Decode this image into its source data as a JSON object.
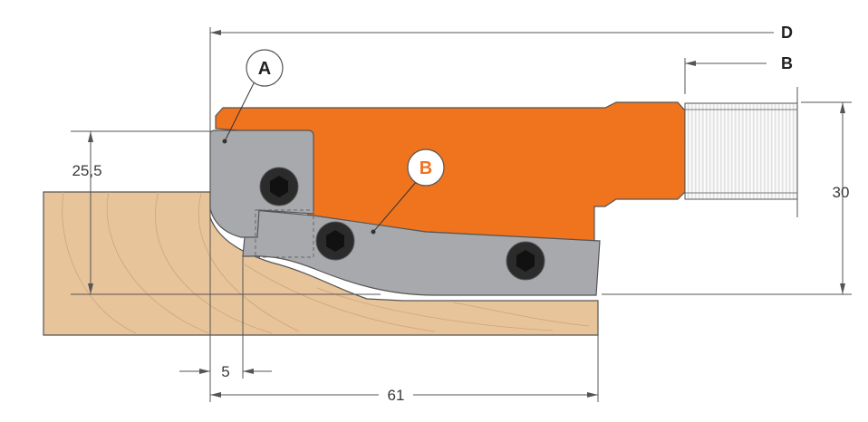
{
  "labels": {
    "part_a": "A",
    "part_b": "B",
    "ref_d": "D",
    "ref_b": "B"
  },
  "dimensions": {
    "height_cut": "25,5",
    "height_total": "30",
    "offset": "5",
    "width": "61"
  },
  "colors": {
    "body_orange": "#f0731e",
    "knife_gray": "#a7a9ac",
    "wood": "#e8c49a",
    "screw": "#2b2b2b",
    "line": "#555555"
  }
}
